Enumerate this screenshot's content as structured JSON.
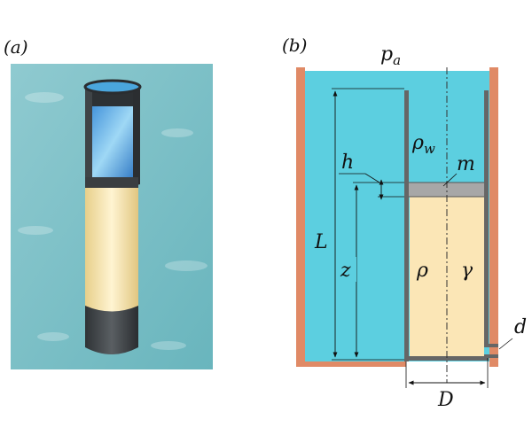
{
  "panel_a": {
    "label": "(a)"
  },
  "panel_b": {
    "label": "(b)",
    "symbols": {
      "ambient_pressure": "p",
      "ambient_pressure_sub": "a",
      "water_density": "ρ",
      "water_density_sub": "w",
      "piston_mass": "m",
      "gap_height": "h",
      "tank_depth": "L",
      "piston_height": "z",
      "fluid_density": "ρ",
      "specific_heat_ratio": "γ",
      "orifice_diameter": "d",
      "tube_diameter": "D"
    }
  },
  "colors": {
    "water": "#5ccfe0",
    "fluid": "#fbe6b6",
    "wall": "#666666",
    "tank_wall": "#e08a66",
    "piston": "#a7a7a7"
  }
}
